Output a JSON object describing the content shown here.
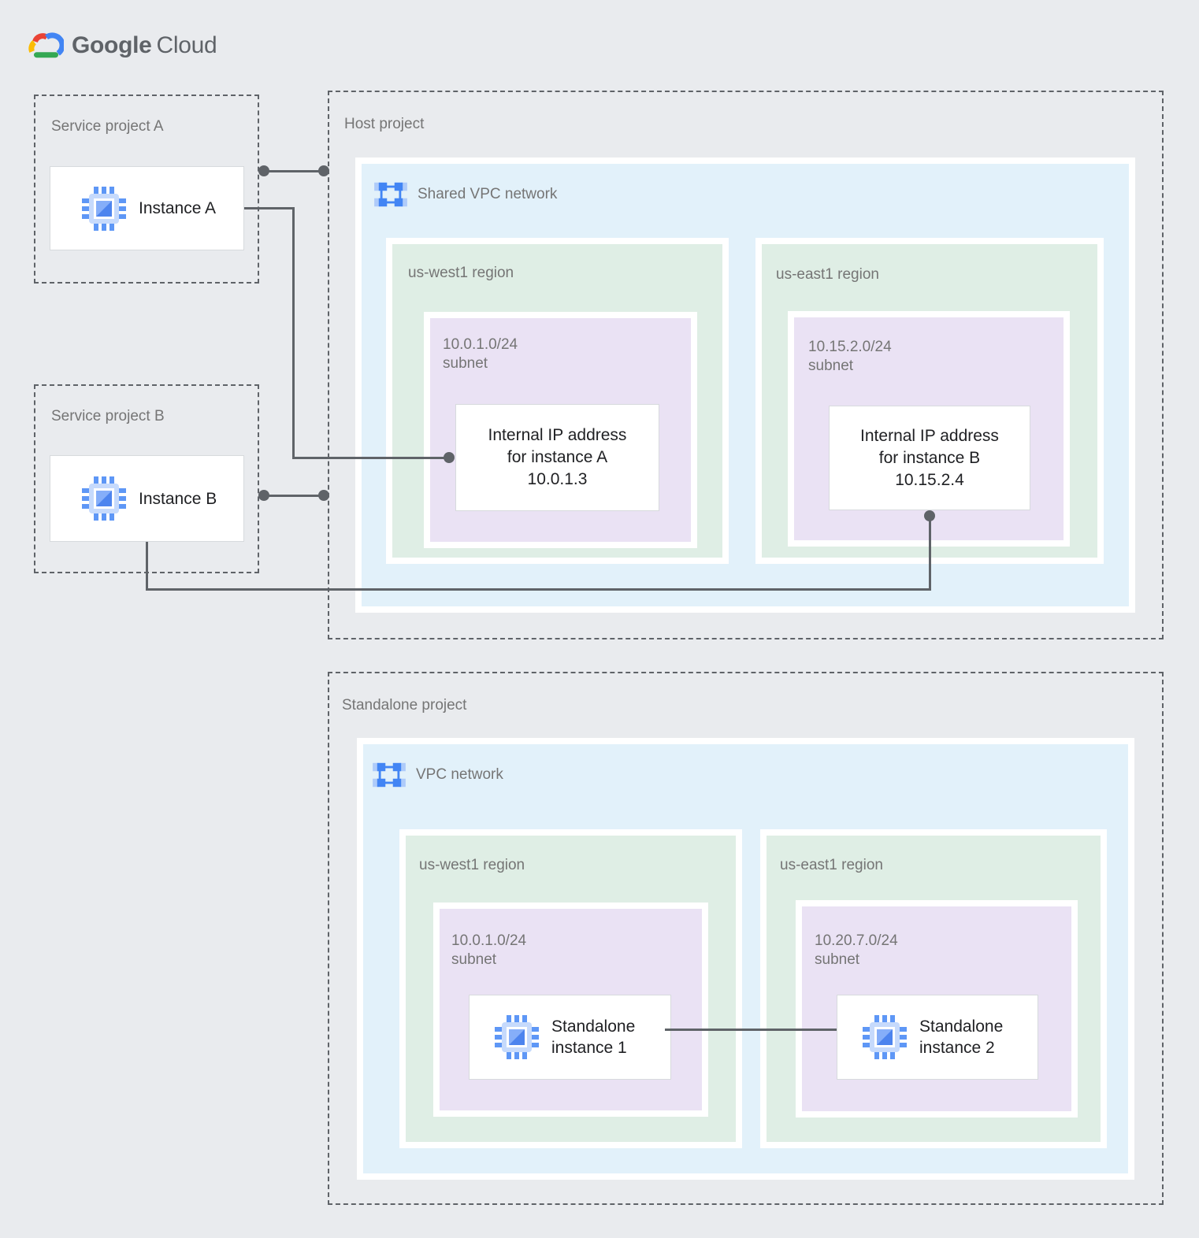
{
  "brand": {
    "google": "Google",
    "cloud": "Cloud"
  },
  "colors": {
    "background": "#e9ebee",
    "vpc_network_fill": "#e2f1fa",
    "region_fill": "#dfeee5",
    "subnet_fill": "#eae2f4",
    "connector": "#5f6368",
    "label_gray": "#757575",
    "text_dark": "#202124",
    "google_blue": "#4285f4",
    "google_red": "#ea4335",
    "google_yellow": "#fbbc04",
    "google_green": "#34a853",
    "icon_light_blue": "#aecbfa"
  },
  "projects": {
    "service_a": {
      "title": "Service project A",
      "instance": "Instance A"
    },
    "service_b": {
      "title": "Service project B",
      "instance": "Instance B"
    },
    "host": {
      "title": "Host project",
      "network_label": "Shared VPC network",
      "regions": [
        {
          "title": "us-west1 region",
          "cidr": "10.0.1.0/24",
          "subnet_label": "subnet",
          "ip_lines": [
            "Internal IP address",
            "for instance A",
            "10.0.1.3"
          ]
        },
        {
          "title": "us-east1 region",
          "cidr": "10.15.2.0/24",
          "subnet_label": "subnet",
          "ip_lines": [
            "Internal IP address",
            "for instance B",
            "10.15.2.4"
          ]
        }
      ]
    },
    "standalone": {
      "title": "Standalone project",
      "network_label": "VPC network",
      "regions": [
        {
          "title": "us-west1 region",
          "cidr": "10.0.1.0/24",
          "subnet_label": "subnet",
          "instance": "Standalone instance 1"
        },
        {
          "title": "us-east1 region",
          "cidr": "10.20.7.0/24",
          "subnet_label": "subnet",
          "instance": "Standalone instance 2"
        }
      ]
    }
  }
}
